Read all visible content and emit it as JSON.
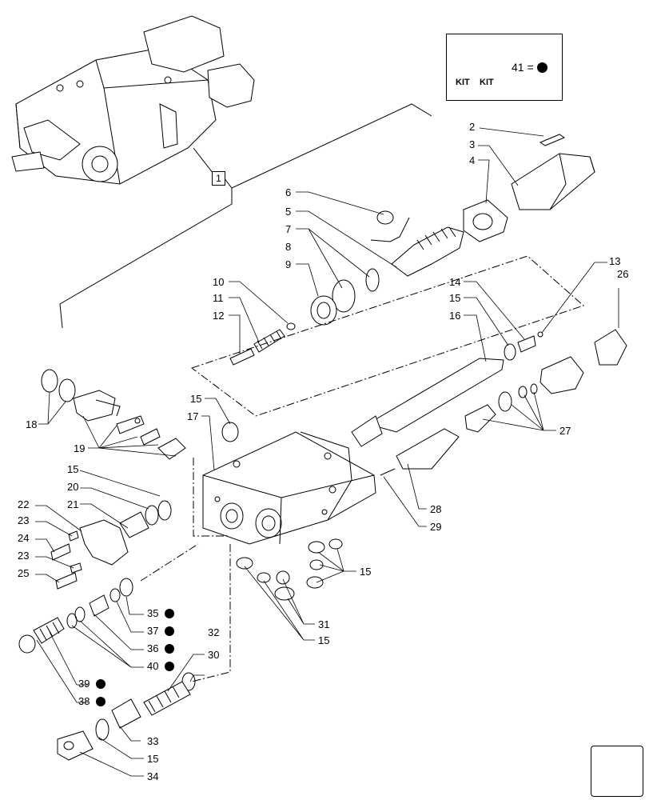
{
  "kit": {
    "label_1": "KIT",
    "label_2": "KIT",
    "number": "41 ="
  },
  "reference_box": "1",
  "callouts": [
    "2",
    "3",
    "4",
    "5",
    "6",
    "7",
    "8",
    "9",
    "10",
    "11",
    "12",
    "13",
    "14",
    "15",
    "16",
    "17",
    "18",
    "19",
    "20",
    "21",
    "22",
    "23",
    "24",
    "25",
    "26",
    "27",
    "28",
    "29",
    "30",
    "31",
    "32",
    "33",
    "34",
    "35",
    "36",
    "37",
    "38",
    "39",
    "40"
  ],
  "kit_marked_items": [
    "35",
    "37",
    "36",
    "40",
    "39",
    "38"
  ]
}
